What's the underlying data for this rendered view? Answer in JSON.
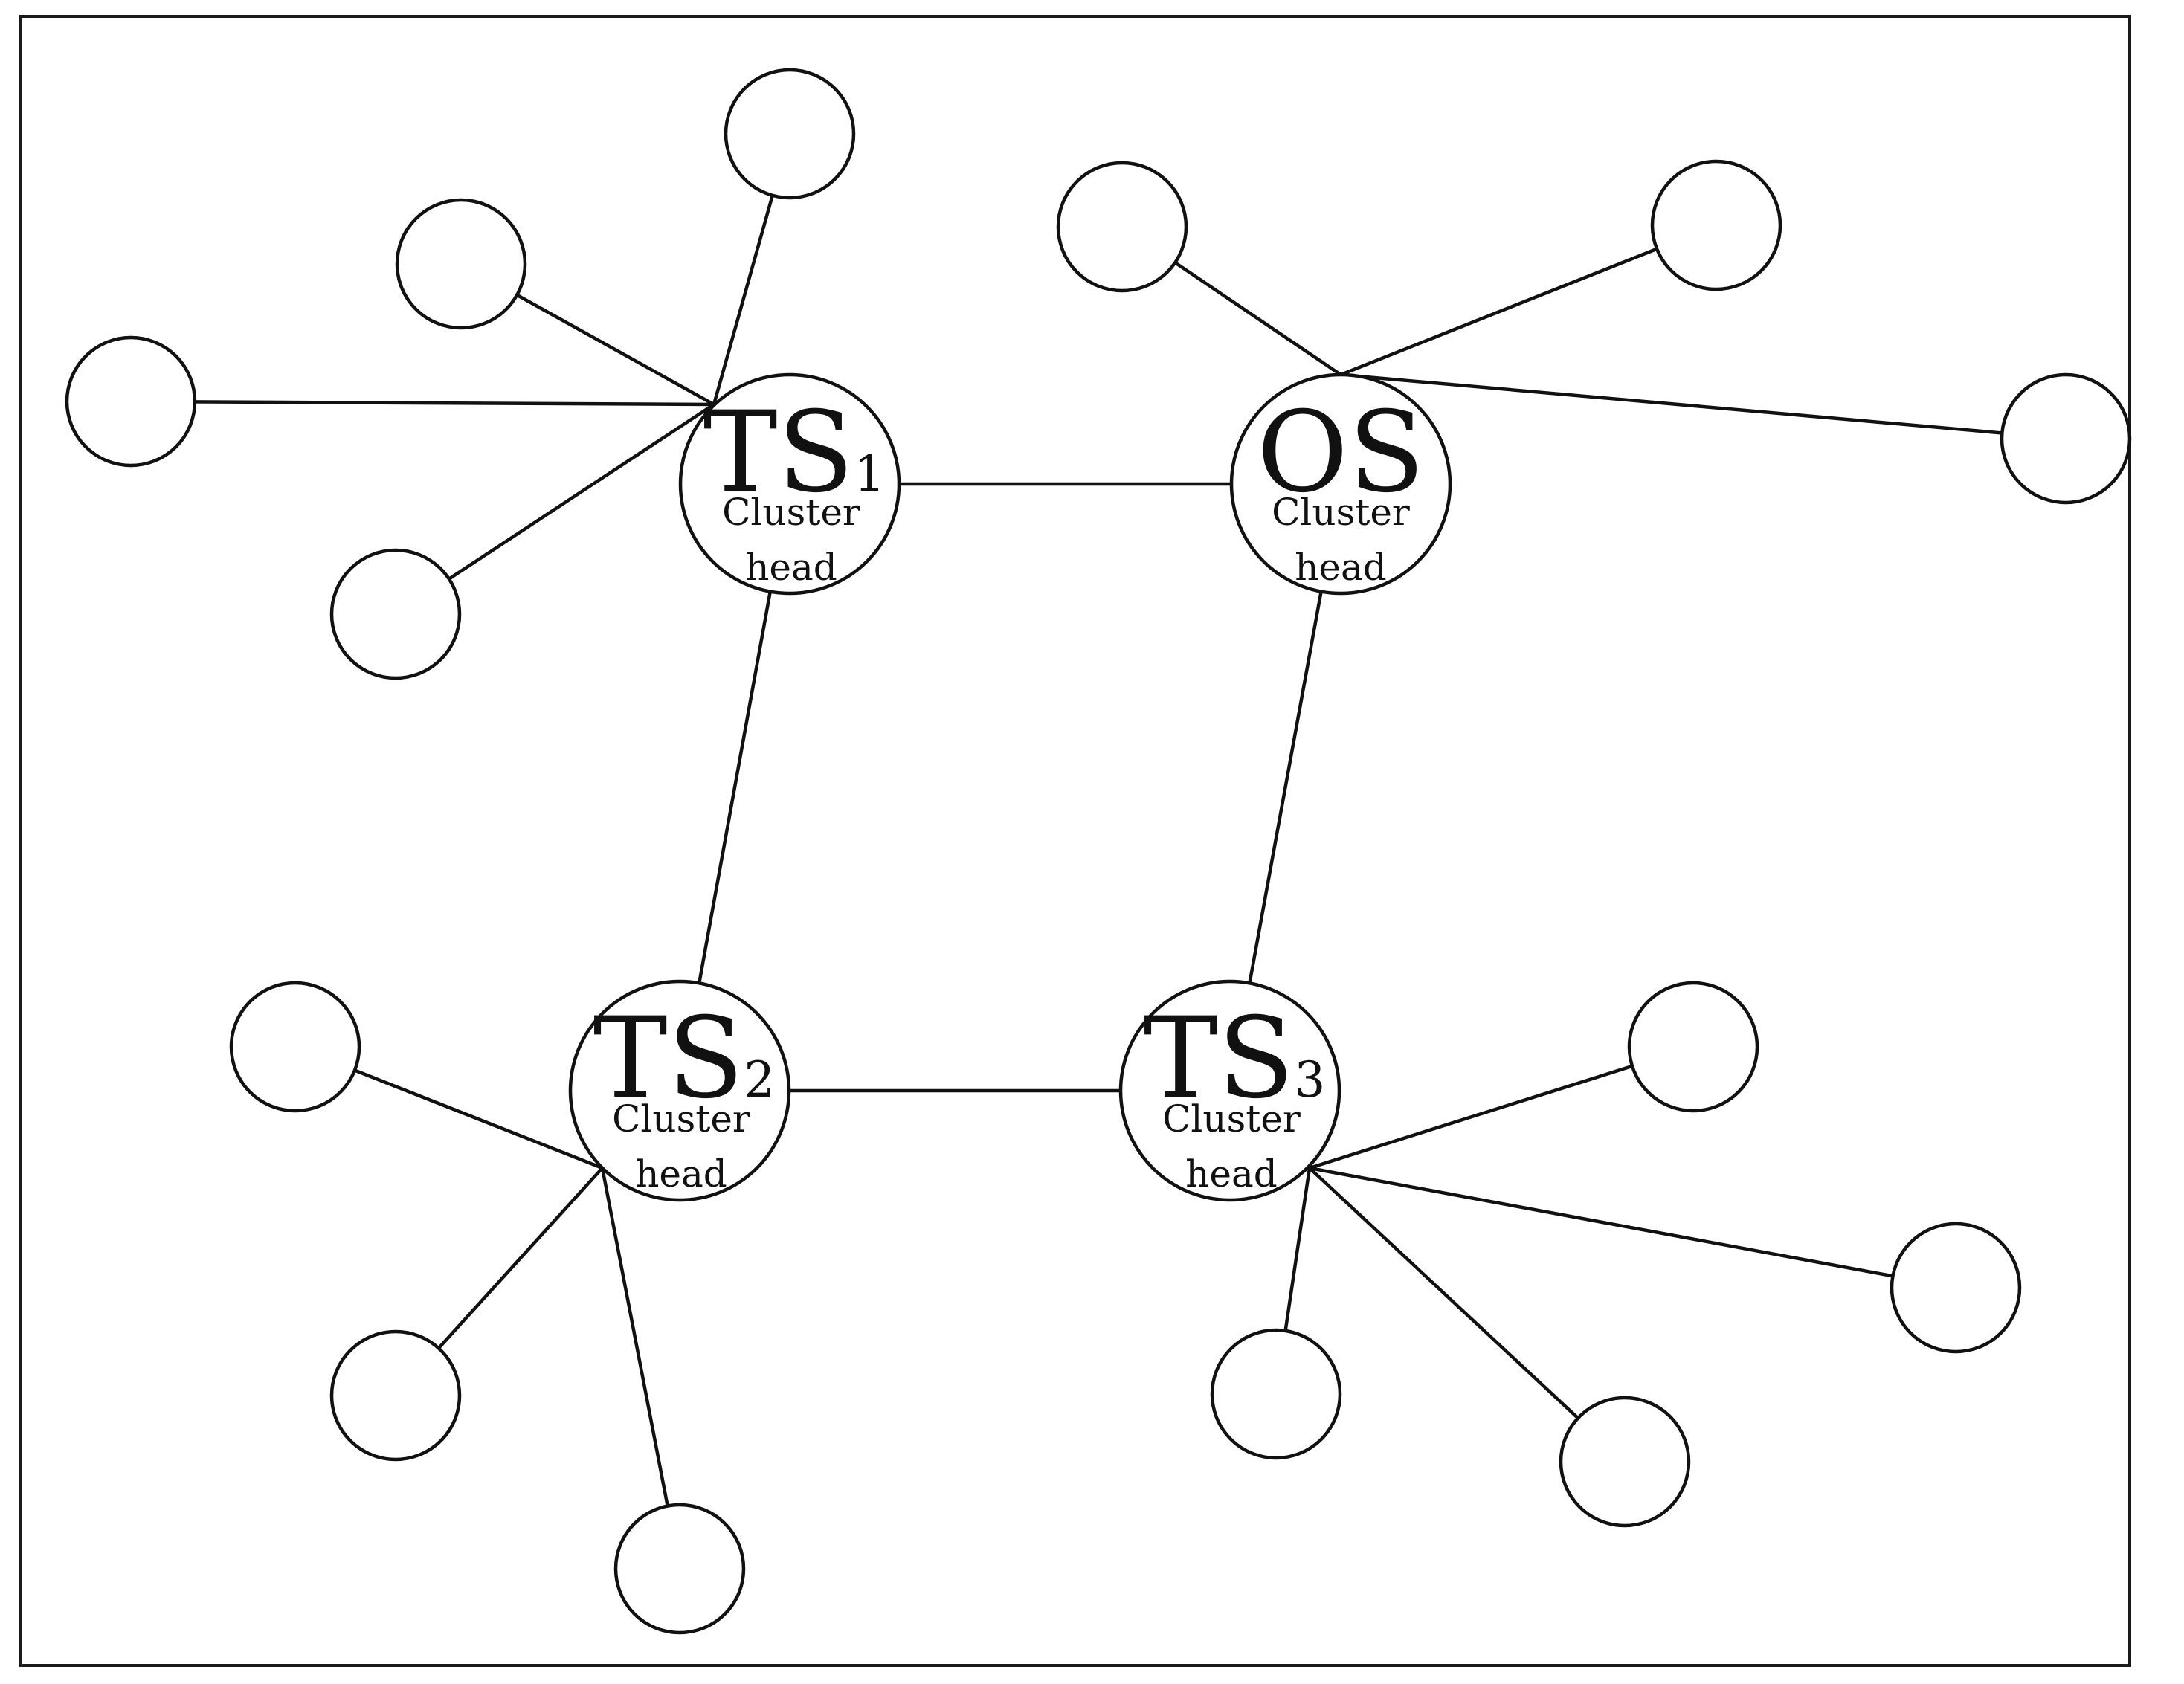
{
  "colors": {
    "background": "#ffffff",
    "stroke": "#111111"
  },
  "cluster_heads": [
    {
      "id": "TS1",
      "main": "TS",
      "sub": "1",
      "line1": "Cluster",
      "line2": "head"
    },
    {
      "id": "OS",
      "main": "OS",
      "sub": "",
      "line1": "Cluster",
      "line2": "head"
    },
    {
      "id": "TS2",
      "main": "TS",
      "sub": "2",
      "line1": "Cluster",
      "line2": "head"
    },
    {
      "id": "TS3",
      "main": "TS",
      "sub": "3",
      "line1": "Cluster",
      "line2": "head"
    }
  ],
  "links": [
    [
      "TS1",
      "OS"
    ],
    [
      "TS1",
      "TS2"
    ],
    [
      "OS",
      "TS3"
    ],
    [
      "TS2",
      "TS3"
    ]
  ],
  "member_counts": {
    "TS1": 4,
    "OS": 3,
    "TS2": 3,
    "TS3": 5
  }
}
